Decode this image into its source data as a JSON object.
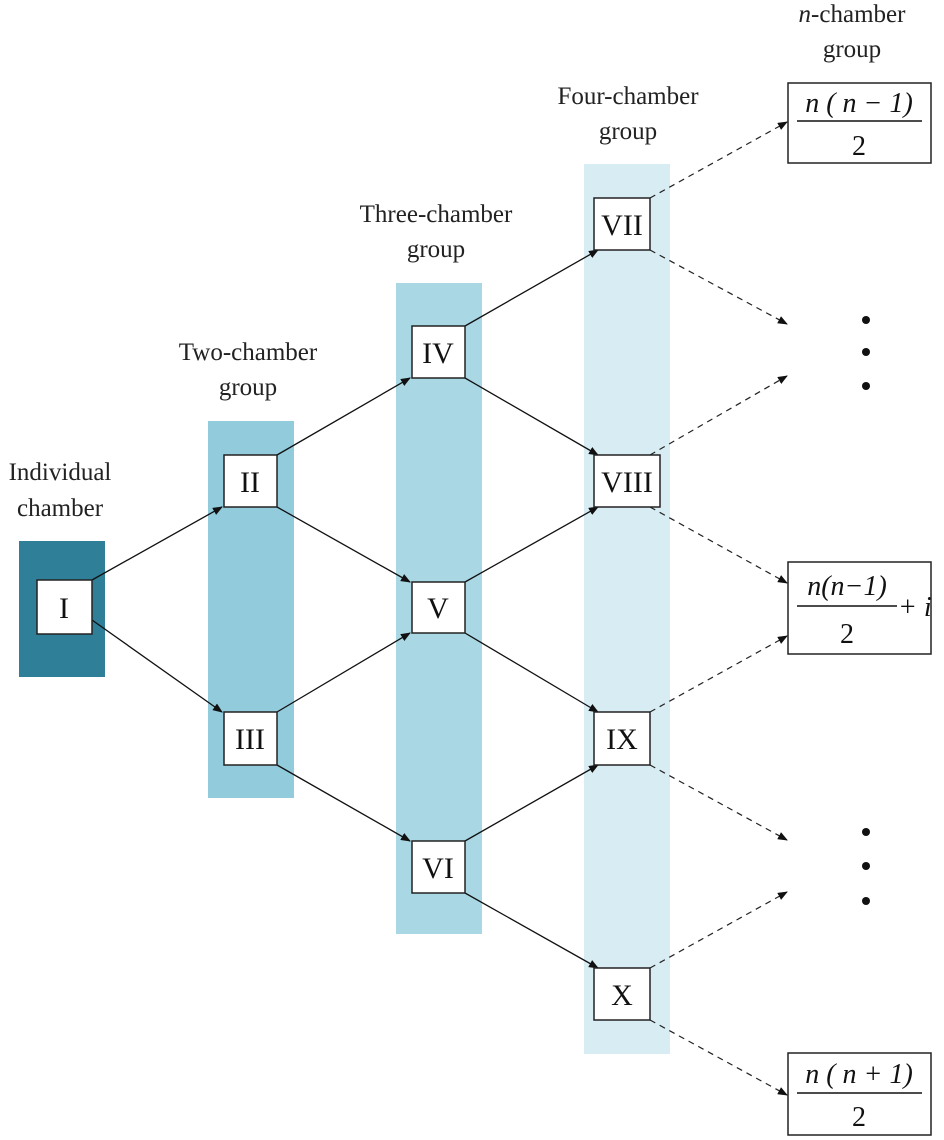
{
  "colors": {
    "individual": "#2e7f97",
    "two": "#92cbdb",
    "three": "#a9d7e4",
    "four": "#d8edf3"
  },
  "groups": {
    "individual": [
      "Individual",
      "chamber"
    ],
    "two": [
      "Two-chamber",
      "group"
    ],
    "three": [
      "Three-chamber",
      "group"
    ],
    "four": [
      "Four-chamber",
      "group"
    ],
    "n": [
      "-chamber",
      "group"
    ]
  },
  "n_var": "n",
  "nodes": {
    "I": "I",
    "II": "II",
    "III": "III",
    "IV": "IV",
    "V": "V",
    "VI": "VI",
    "VII": "VII",
    "VIII": "VIII",
    "IX": "IX",
    "X": "X"
  },
  "formulas": {
    "top": {
      "numerator": "n ( n − 1)",
      "denominator": "2"
    },
    "middle": {
      "numerator": "n(n−1)",
      "denominator": "2",
      "suffix": "+ i"
    },
    "bottom": {
      "numerator": "n ( n + 1)",
      "denominator": "2"
    }
  }
}
